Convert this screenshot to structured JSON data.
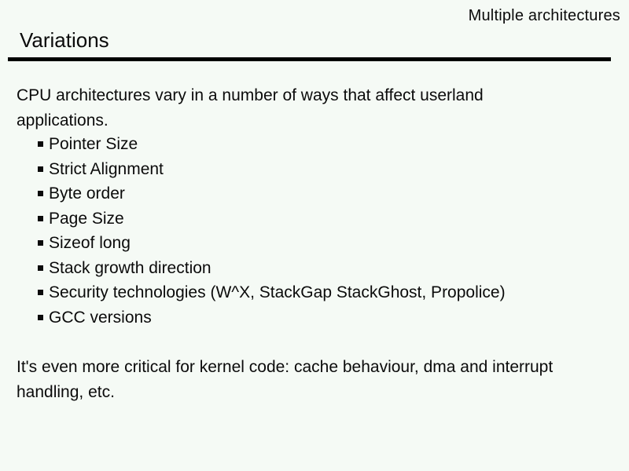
{
  "slide": {
    "header_label": "Multiple architectures",
    "title": "Variations",
    "intro": "CPU architectures vary in a number of ways that affect userland applications.",
    "bullets": [
      "Pointer Size",
      "Strict Alignment",
      "Byte order",
      "Page Size",
      "Sizeof long",
      "Stack growth direction",
      "Security technologies (W^X, StackGap StackGhost, Propolice)",
      "GCC versions"
    ],
    "closing": "It's even more critical for kernel code: cache behaviour, dma and interrupt handling, etc.",
    "colors": {
      "background": "#f5faf5",
      "text": "#0b0b0b",
      "divider": "#000000"
    }
  }
}
